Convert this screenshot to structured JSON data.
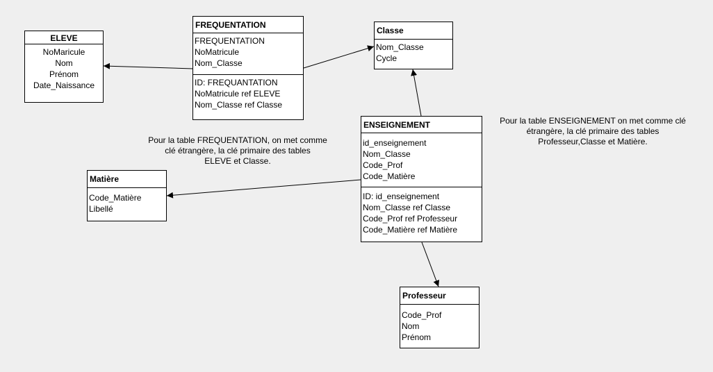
{
  "entities": {
    "eleve": {
      "title": "ELEVE",
      "attributes": [
        "NoMaricule",
        "Nom",
        "Prénom",
        "Date_Naissance"
      ]
    },
    "frequentation": {
      "title": "FREQUENTATION",
      "attributes": [
        "FREQUENTATION",
        "NoMatricule",
        "Nom_Classe"
      ],
      "identifiers": [
        "ID: FREQUANTATION",
        "NoMatricule ref ELEVE",
        "Nom_Classe ref Classe"
      ]
    },
    "classe": {
      "title": "Classe",
      "attributes": [
        "Nom_Classe",
        "Cycle"
      ]
    },
    "enseignement": {
      "title": "ENSEIGNEMENT",
      "attributes": [
        "id_enseignement",
        "Nom_Classe",
        "Code_Prof",
        "Code_Matière"
      ],
      "identifiers": [
        "ID: id_enseignement",
        "Nom_Classe ref Classe",
        "Code_Prof ref Professeur",
        "Code_Matière ref Matière"
      ]
    },
    "matiere": {
      "title": "Matière",
      "attributes": [
        "Code_Matière",
        "Libellé"
      ]
    },
    "professeur": {
      "title": "Professeur",
      "attributes": [
        "Code_Prof",
        "Nom",
        "Prénom"
      ]
    }
  },
  "notes": {
    "frequentation": [
      "Pour la table FREQUENTATION, on met comme",
      "clé étrangère, la clé primaire des tables",
      "ELEVE et Classe."
    ],
    "enseignement": [
      "Pour la table ENSEIGNEMENT on met comme clé",
      "étrangère, la clé primaire des tables",
      "Professeur,Classe et Matière."
    ]
  },
  "colors": {
    "background": "#efefef",
    "box": "#ffffff",
    "line": "#000000"
  }
}
